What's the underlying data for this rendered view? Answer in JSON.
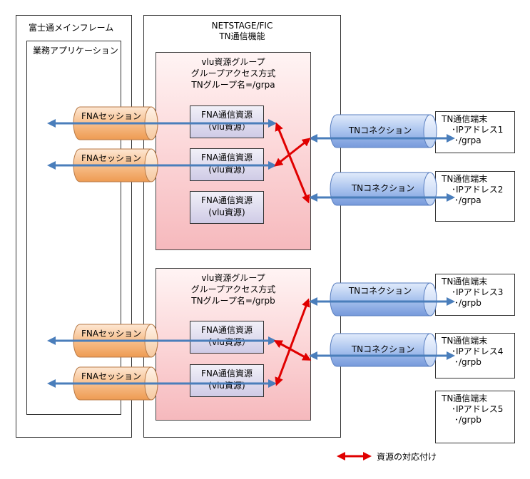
{
  "mainframe": {
    "title": "富士通メインフレーム",
    "app_title": "業務アプリケーション"
  },
  "netstage": {
    "title_line1": "NETSTAGE/FIC",
    "title_line2": "TN通信機能"
  },
  "groups": [
    {
      "line1": "vlu資源グループ",
      "line2": "グループアクセス方式",
      "line3": "TNグループ名=/grpa",
      "resources": [
        {
          "line1": "FNA通信資源",
          "line2": "（vlu資源）"
        },
        {
          "line1": "FNA通信資源",
          "line2": "(vlu資源)"
        },
        {
          "line1": "FNA通信資源",
          "line2": "(vlu資源)"
        }
      ]
    },
    {
      "line1": "vlu資源グループ",
      "line2": "グループアクセス方式",
      "line3": "TNグループ名=/grpb",
      "resources": [
        {
          "line1": "FNA通信資源",
          "line2": "（vlu資源）"
        },
        {
          "line1": "FNA通信資源",
          "line2": "(vlu資源)"
        }
      ]
    }
  ],
  "fna_session_label": "FNAセッション",
  "tn_connection_label": "TNコネクション",
  "terminals": [
    {
      "title": "TN通信端末",
      "ip": "･IPアドレス1",
      "group": "･/grpa"
    },
    {
      "title": "TN通信端末",
      "ip": "･IPアドレス2",
      "group": "･/grpa"
    },
    {
      "title": "TN通信端末",
      "ip": "･IPアドレス3",
      "group": "･/grpb"
    },
    {
      "title": "TN通信端末",
      "ip": "･IPアドレス4",
      "group": "･/grpb"
    },
    {
      "title": "TN通信端末",
      "ip": "･IPアドレス5",
      "group": "･/grpb"
    }
  ],
  "legend": {
    "label": "資源の対応付け"
  },
  "colors": {
    "flow_arrow": "#4a7ebb",
    "mapping_arrow": "#e00000",
    "fna_cylinder": "#f5b27a",
    "tn_cylinder": "#8fb0e6"
  }
}
